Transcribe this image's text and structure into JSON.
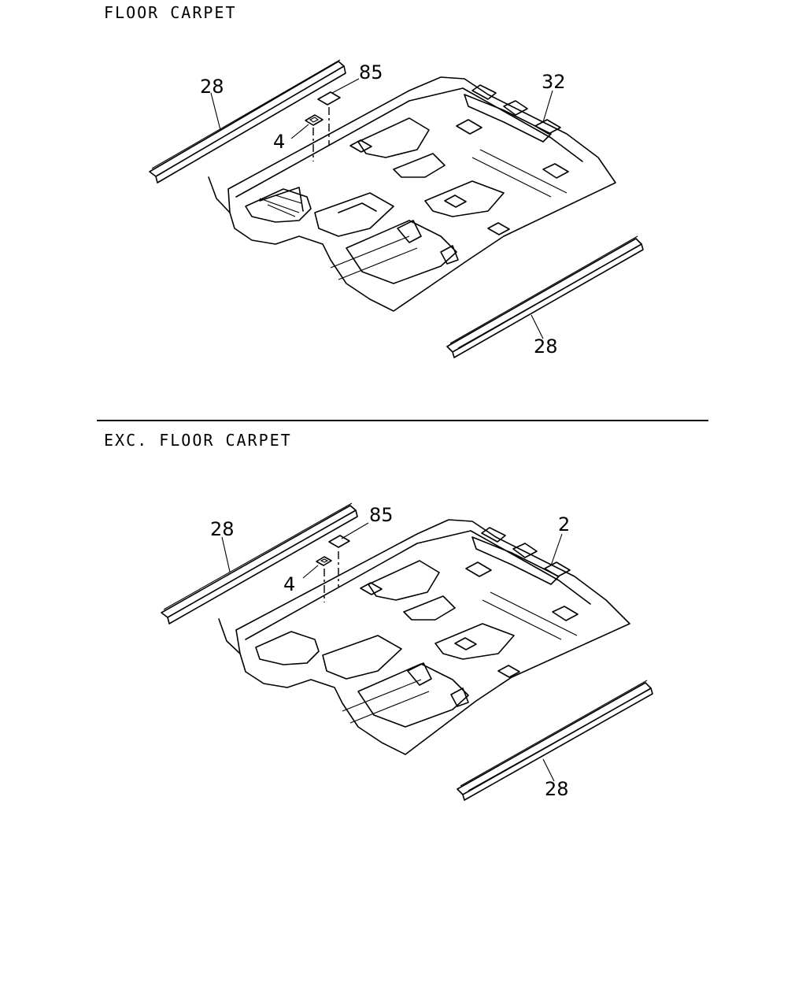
{
  "sections": [
    {
      "title": "FLOOR CARPET",
      "callouts": {
        "rail_left": "28",
        "plug": "85",
        "clip": "4",
        "carpet": "32",
        "rail_right": "28"
      }
    },
    {
      "title": "EXC. FLOOR CARPET",
      "callouts": {
        "rail_left": "28",
        "plug": "85",
        "clip": "4",
        "carpet": "2",
        "rail_right": "28"
      }
    }
  ]
}
